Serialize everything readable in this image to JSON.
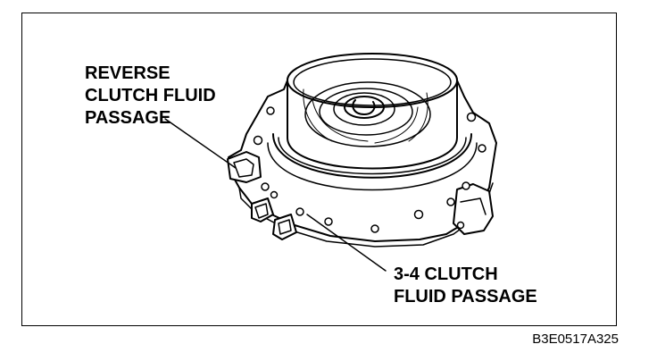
{
  "callouts": {
    "reverse_clutch": {
      "line1": "REVERSE",
      "line2": "CLUTCH FLUID",
      "line3": "PASSAGE"
    },
    "clutch_34": {
      "line1": "3-4 CLUTCH",
      "line2": "FLUID PASSAGE"
    }
  },
  "figure_id": "B3E0517A325",
  "colors": {
    "ink": "#000000",
    "background": "#ffffff",
    "part_fill": "#ffffff"
  }
}
